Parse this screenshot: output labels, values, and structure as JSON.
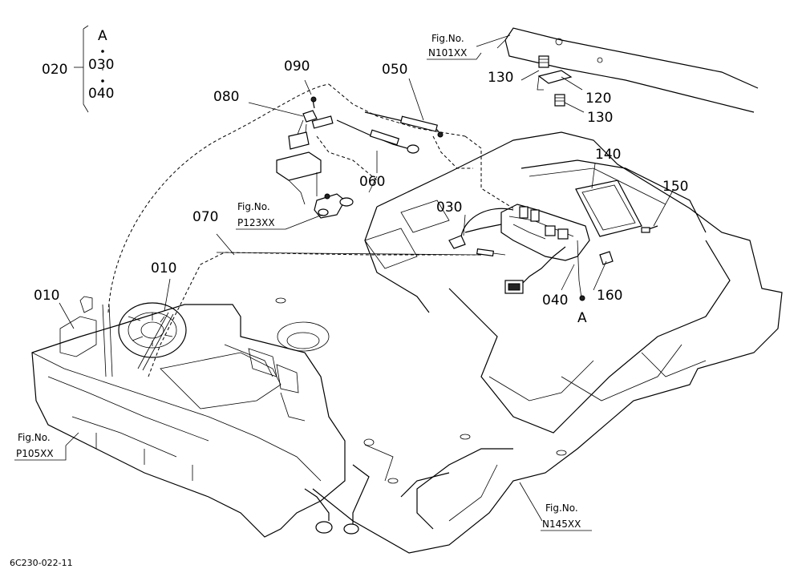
{
  "part_labels": {
    "p020": "020",
    "p030": "030",
    "p040": "040",
    "p050": "050",
    "p060": "060",
    "p070": "070",
    "p080": "080",
    "p090": "090",
    "p010": "010",
    "p120": "120",
    "p130": "130",
    "p140": "140",
    "p150": "150",
    "p160": "160"
  },
  "marker": "A",
  "fig_caption": "Fig.No.",
  "fig_refs": {
    "n101": "N101XX",
    "p123": "P123XX",
    "p105": "P105XX",
    "n145": "N145XX"
  },
  "drawing_code": "6C230-022-11"
}
